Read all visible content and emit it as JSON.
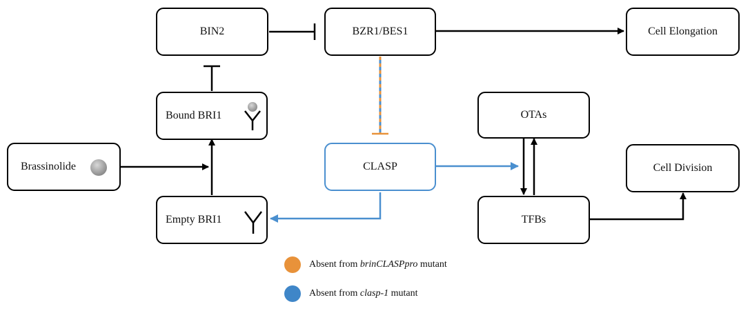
{
  "nodes": {
    "bin2": "BIN2",
    "bzr1": "BZR1/BES1",
    "cell_elongation": "Cell Elongation",
    "bound_bri1": "Bound BRI1",
    "otas": "OTAs",
    "brassinolide": "Brassinolide",
    "clasp": "CLASP",
    "cell_division": "Cell Division",
    "empty_bri1": "Empty BRI1",
    "tfbs": "TFBs"
  },
  "legend": [
    {
      "color": "#e8923a",
      "prefix": "Absent from ",
      "italic": "brinCLASPpro",
      "suffix": " mutant"
    },
    {
      "color": "#3f86c8",
      "prefix": "Absent from ",
      "italic": "clasp-1",
      "suffix": " mutant"
    }
  ],
  "colors": {
    "black": "#000000",
    "blue": "#4a8fcf",
    "orange": "#e8923a",
    "gray": "#9a9a9a"
  }
}
